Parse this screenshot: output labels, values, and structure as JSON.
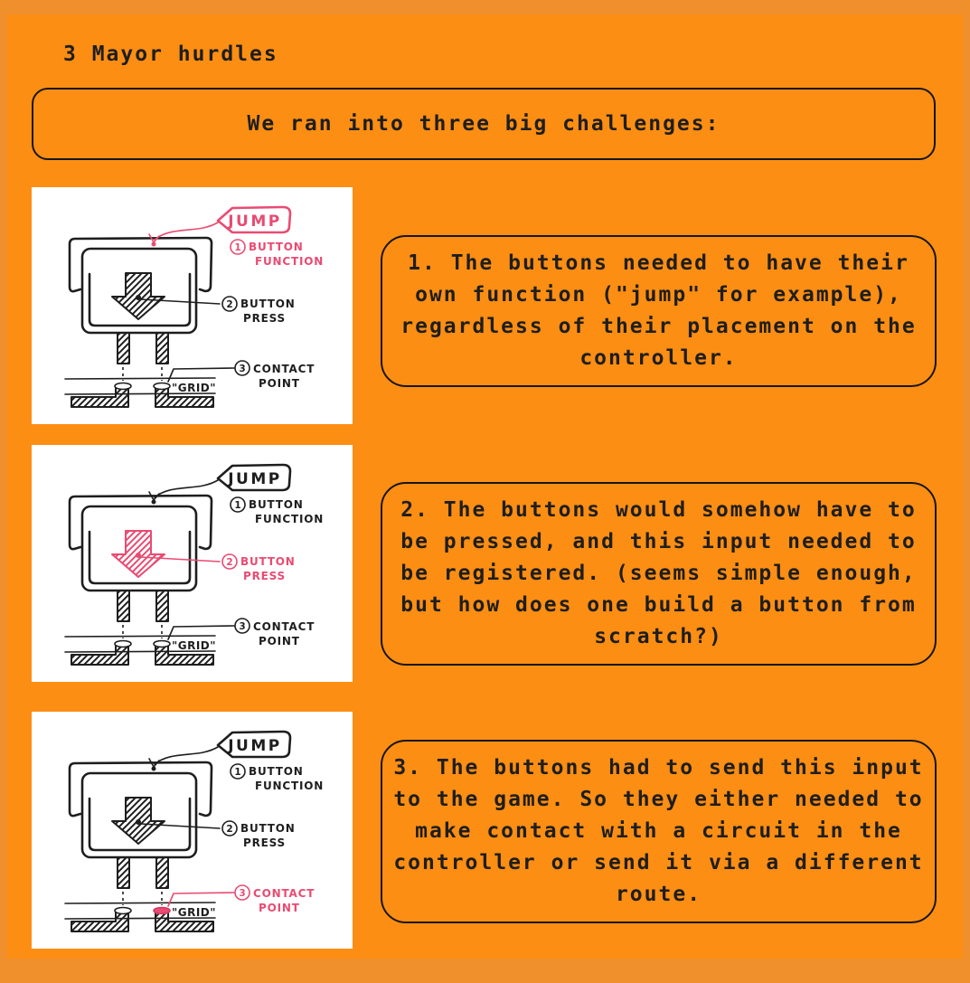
{
  "colors": {
    "background_outer": "#F0902C",
    "background_main": "#FC8E14",
    "ink": "#1E1E1E",
    "highlight_pink": "#E94B72",
    "panel_white": "#FFFFFF"
  },
  "title": "3 Mayor hurdles",
  "intro": {
    "text": "We ran into three big challenges:"
  },
  "challenges": [
    {
      "text": "1. The buttons needed to have their own function (\"jump\" for example), regardless of their placement on the controller."
    },
    {
      "text": "2. The buttons would somehow have to be pressed, and this input needed to be registered. (seems simple enough, but how does one build a button from scratch?)"
    },
    {
      "text": "3. The buttons had to send this input to the game. So they either needed to make contact with a circuit in the controller or send it via a different route."
    }
  ],
  "sketches": [
    {
      "highlight": "function"
    },
    {
      "highlight": "press"
    },
    {
      "highlight": "contact"
    }
  ],
  "sketch_labels": {
    "jump": "JUMP",
    "n1": "1",
    "function_l1": "BUTTON",
    "function_l2": "FUNCTION",
    "n2": "2",
    "press_l1": "BUTTON",
    "press_l2": "PRESS",
    "n3": "3",
    "contact_l1": "CONTACT",
    "contact_l2": "POINT",
    "grid": "\"GRID\""
  }
}
